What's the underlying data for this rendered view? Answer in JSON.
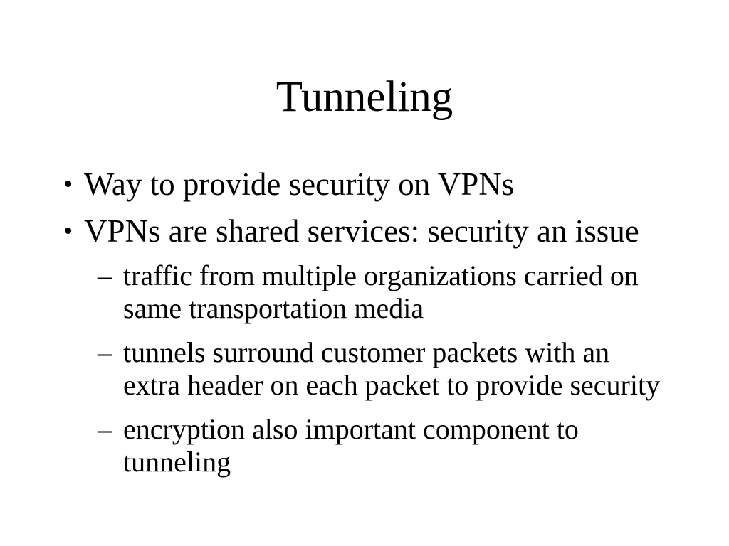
{
  "slide": {
    "title": "Tunneling",
    "bullets": [
      {
        "level": 1,
        "marker": "•",
        "text": "Way to provide security on VPNs"
      },
      {
        "level": 1,
        "marker": "•",
        "text": "VPNs are shared services: security an issue"
      },
      {
        "level": 2,
        "marker": "–",
        "text": "traffic from multiple organizations carried on same transportation media"
      },
      {
        "level": 2,
        "marker": "–",
        "text": "tunnels surround customer packets with an extra header on each packet to provide security"
      },
      {
        "level": 2,
        "marker": "–",
        "text": "encryption also important component to tunneling"
      }
    ],
    "colors": {
      "background": "#ffffff",
      "text": "#000000"
    }
  }
}
